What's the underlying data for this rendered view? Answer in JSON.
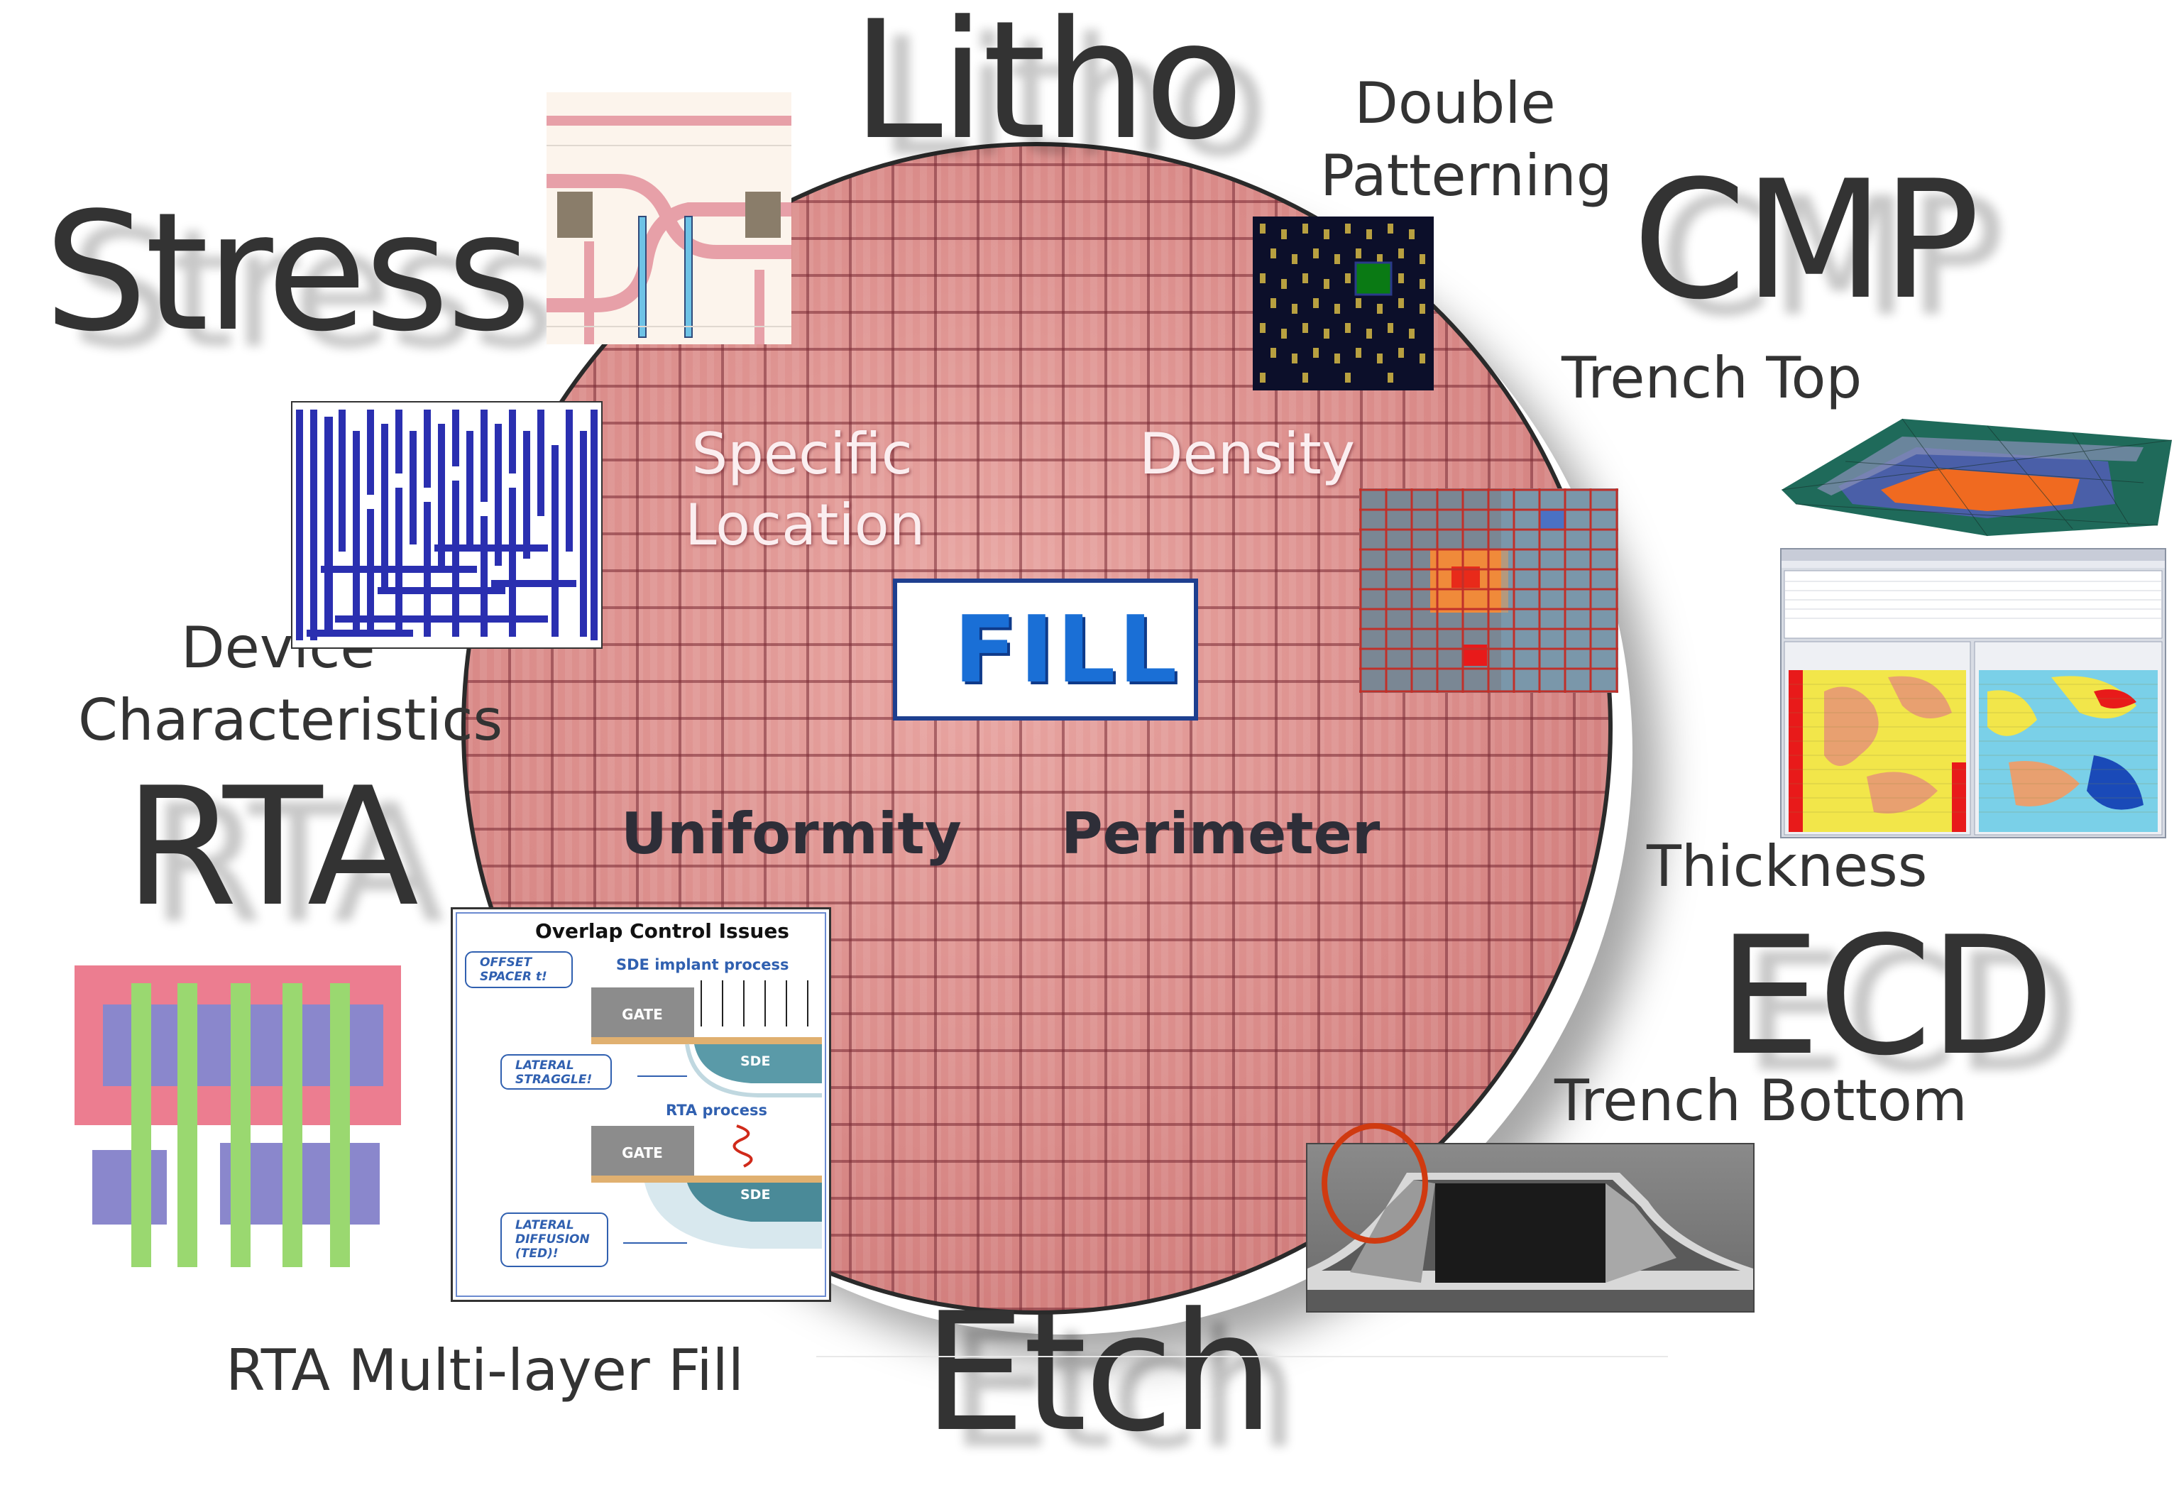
{
  "headers": {
    "litho": "Litho",
    "stress": "Stress",
    "cmp": "CMP",
    "rta": "RTA",
    "ecd": "ECD",
    "etch": "Etch"
  },
  "sublabels": {
    "double_patterning_1": "Double",
    "double_patterning_2": "Patterning",
    "trench_top": "Trench Top",
    "device_characteristics_1": "Device",
    "device_characteristics_2": "Characteristics",
    "thickness": "Thickness",
    "trench_bottom": "Trench Bottom",
    "rta_multilayer_fill": "RTA Multi-layer Fill"
  },
  "wafer_labels": {
    "specific_1": "Specific",
    "specific_2": "Location",
    "density": "Density",
    "uniformity": "Uniformity",
    "perimeter": "Perimeter"
  },
  "center": {
    "fill": "FILL"
  },
  "overlap_panel": {
    "title": "Overlap Control Issues",
    "offset_spacer_1": "OFFSET",
    "offset_spacer_2": "SPACER t!",
    "sde_implant": "SDE implant process",
    "gate_top": "GATE",
    "sde_top": "SDE",
    "lateral_straggle_1": "LATERAL",
    "lateral_straggle_2": "STRAGGLE!",
    "rta_process": "RTA process",
    "gate_bottom": "GATE",
    "sde_bottom": "SDE",
    "lateral_diffusion_1": "LATERAL",
    "lateral_diffusion_2": "DIFFUSION",
    "lateral_diffusion_3": "(TED)!"
  },
  "colors": {
    "wafer": "#d98a88",
    "fill_text": "#1a6fd6",
    "fill_border": "#1e3f8f",
    "heading_text": "#333333",
    "highlight_circle": "#d03a10"
  }
}
